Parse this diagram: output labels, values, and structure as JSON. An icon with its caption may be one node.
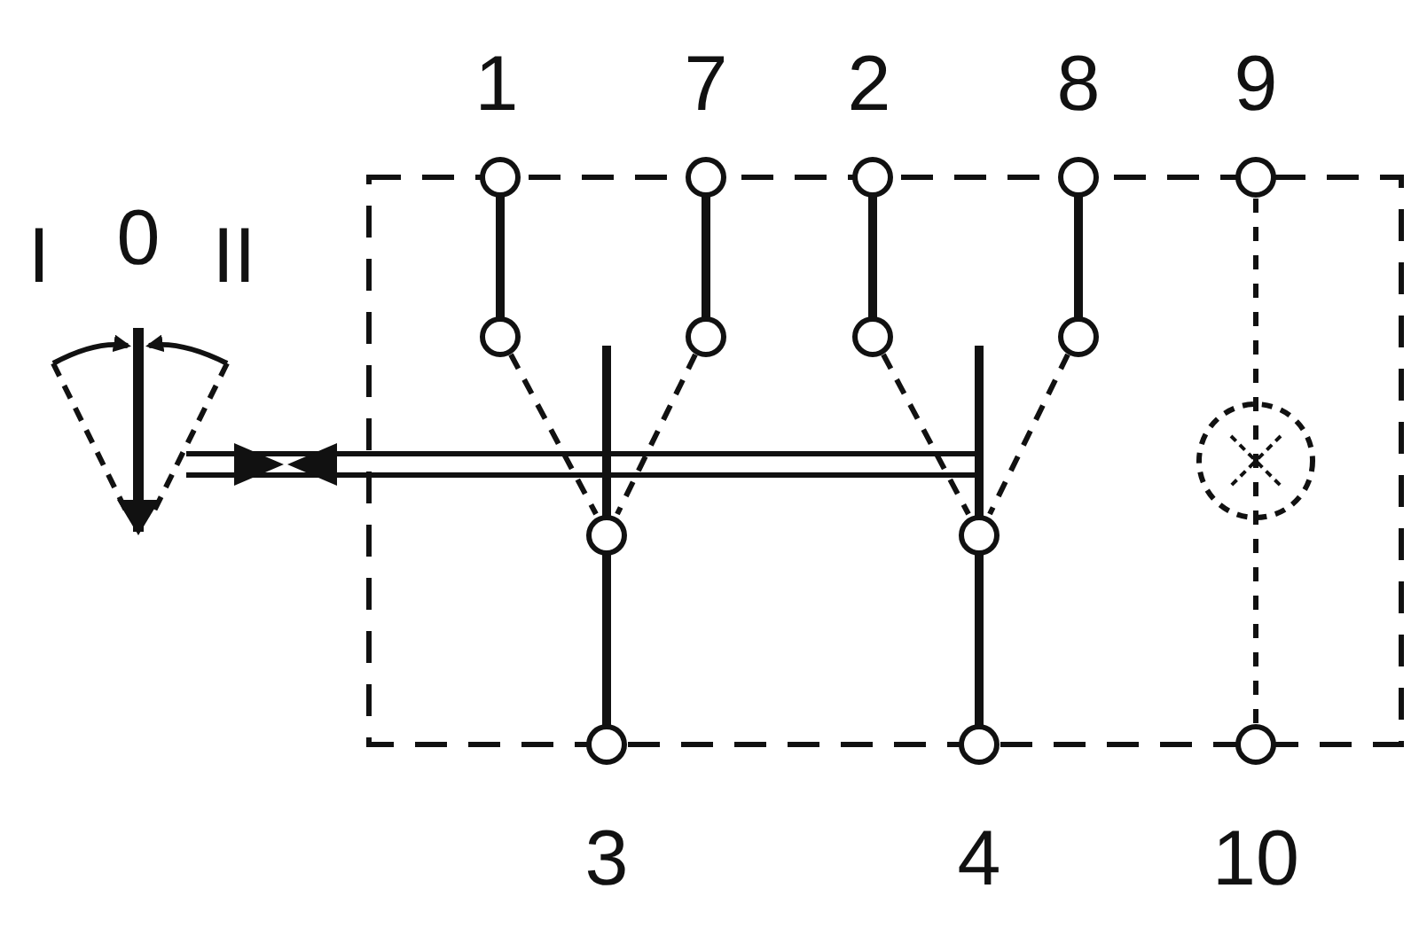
{
  "diagram": {
    "labels": [
      "1",
      "7",
      "2",
      "8",
      "9",
      "I",
      "0",
      "II",
      "3",
      "4",
      "10"
    ]
  }
}
